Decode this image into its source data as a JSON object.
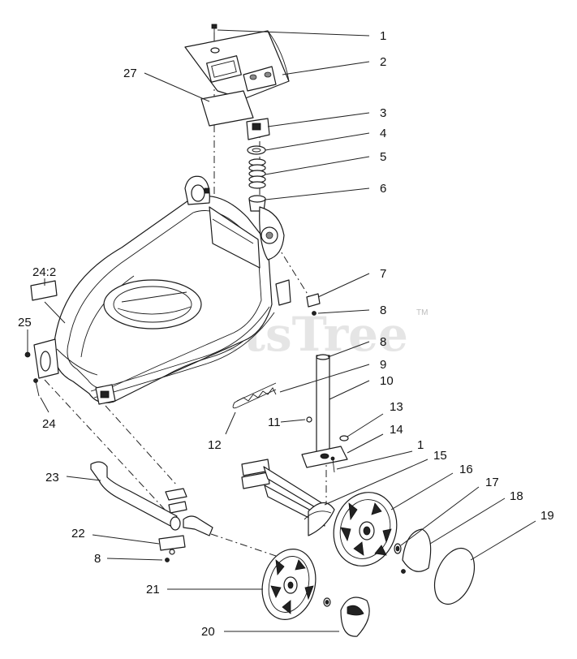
{
  "watermark": {
    "text": "PartsTree",
    "trademark": "TM"
  },
  "callouts": {
    "c1a": "1",
    "c2": "2",
    "c3": "3",
    "c4": "4",
    "c5": "5",
    "c6": "6",
    "c7": "7",
    "c8a": "8",
    "c8b": "8",
    "c9": "9",
    "c10": "10",
    "c11": "11",
    "c12": "12",
    "c13": "13",
    "c14": "14",
    "c1b": "1",
    "c15": "15",
    "c16": "16",
    "c17": "17",
    "c18": "18",
    "c19": "19",
    "c20": "20",
    "c21": "21",
    "c22": "22",
    "c8c": "8",
    "c23": "23",
    "c24": "24",
    "c24_2": "24:2",
    "c25": "25",
    "c27": "27"
  }
}
